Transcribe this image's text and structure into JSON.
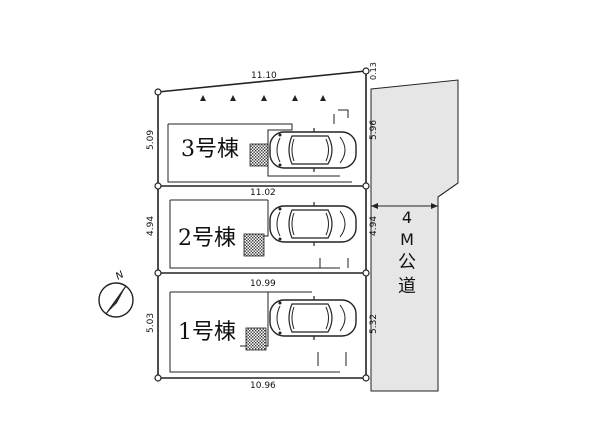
{
  "lots": [
    {
      "name": "3号棟"
    },
    {
      "name": "2号棟"
    },
    {
      "name": "1号棟"
    }
  ],
  "dims": {
    "top": "11.10",
    "top_right_small": "0.13",
    "lot3_left": "5.09",
    "lot3_right": "5.96",
    "boundary_3_2": "11.02",
    "lot2_left": "4.94",
    "lot2_right": "4.94",
    "boundary_2_1": "10.99",
    "lot1_left": "5.03",
    "lot1_right": "5.32",
    "bottom": "10.96"
  },
  "road": {
    "width_number": "4",
    "width_unit": "M",
    "char1": "公",
    "char2": "道"
  },
  "compass": {
    "label": "N"
  },
  "colors": {
    "road_fill": "#e6e6e6",
    "line": "#222222",
    "hatch": "#333333"
  },
  "icons": {
    "car": "car-icon",
    "arrow": "triangle-marker-icon",
    "compass": "north-arrow-icon"
  }
}
